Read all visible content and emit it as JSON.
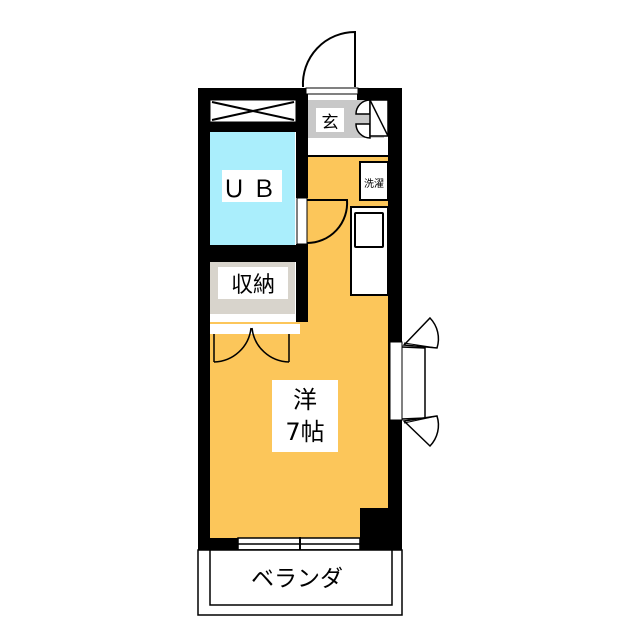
{
  "rooms": {
    "entrance": {
      "label": "玄",
      "color": "#c8c8c8"
    },
    "unit_bath": {
      "label": "ＵＢ",
      "color": "#aaeefc"
    },
    "storage": {
      "label": "収納",
      "color": "#d8d4cc"
    },
    "laundry": {
      "label": "洗濯"
    },
    "western_room": {
      "label_line1": "洋",
      "label_line2": "7帖",
      "color": "#fcc65a"
    },
    "veranda": {
      "label": "ベランダ"
    }
  },
  "colors": {
    "wall": "#000000",
    "background": "#ffffff"
  }
}
